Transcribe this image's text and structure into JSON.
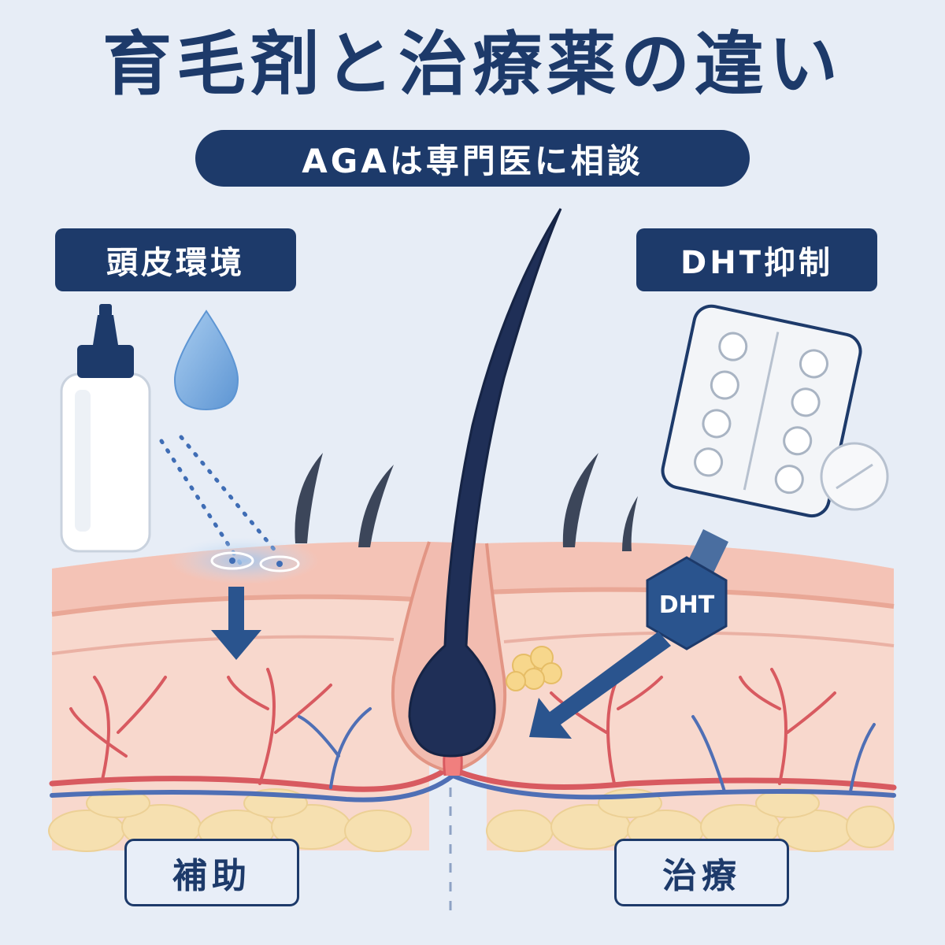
{
  "title": "育毛剤と治療薬の違い",
  "subtitle": "AGAは専門医に相談",
  "left_tag": "頭皮環境",
  "right_tag": "DHT抑制",
  "hex_label": "DHT",
  "left_bottom": "補助",
  "right_bottom": "治療",
  "colors": {
    "navy": "#1d3a6a",
    "background": "#e7edf6",
    "skin": "#f6cfc4",
    "artery": "#d85a60",
    "vein": "#4f6fb5"
  }
}
